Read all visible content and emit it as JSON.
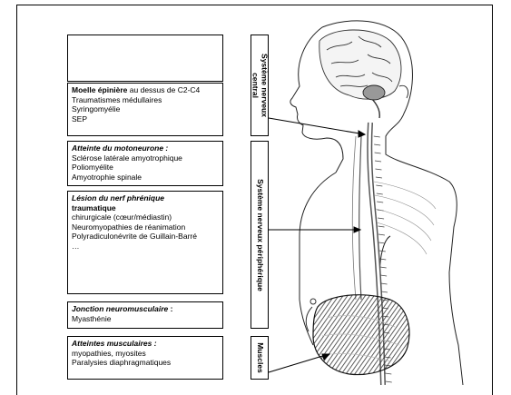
{
  "boxes": {
    "empty": {},
    "moelle": {
      "title": "Moelle épinière",
      "title_suffix": " au dessus de C2-C4",
      "items": [
        "Traumatismes médullaires",
        "Syringomyélie",
        "SEP"
      ]
    },
    "motoneurone": {
      "title": "Atteinte du motoneurone :",
      "items": [
        "Sclérose latérale amyotrophique",
        "Poliomyélite",
        "Amyotrophie spinale"
      ]
    },
    "nerf": {
      "title_line1": "Lésion du nerf phrénique",
      "title_line2": "traumatique",
      "items": [
        "chirurgicale (cœur/médiastin)",
        "Neuromyopathies de réanimation",
        "Polyradiculonévrite de Guillain-Barré",
        "…"
      ]
    },
    "jonction": {
      "title": "Jonction neuromusculaire",
      "title_suffix": " :",
      "items": [
        "Myasthénie"
      ]
    },
    "musculaires": {
      "title": "Atteintes musculaires :",
      "items": [
        "myopathies, myosites",
        "Paralysies diaphragmatiques"
      ]
    }
  },
  "labels": {
    "central": "Système nerveux central",
    "peripherique": "Système nerveux périphérique",
    "muscles": "Muscles"
  }
}
